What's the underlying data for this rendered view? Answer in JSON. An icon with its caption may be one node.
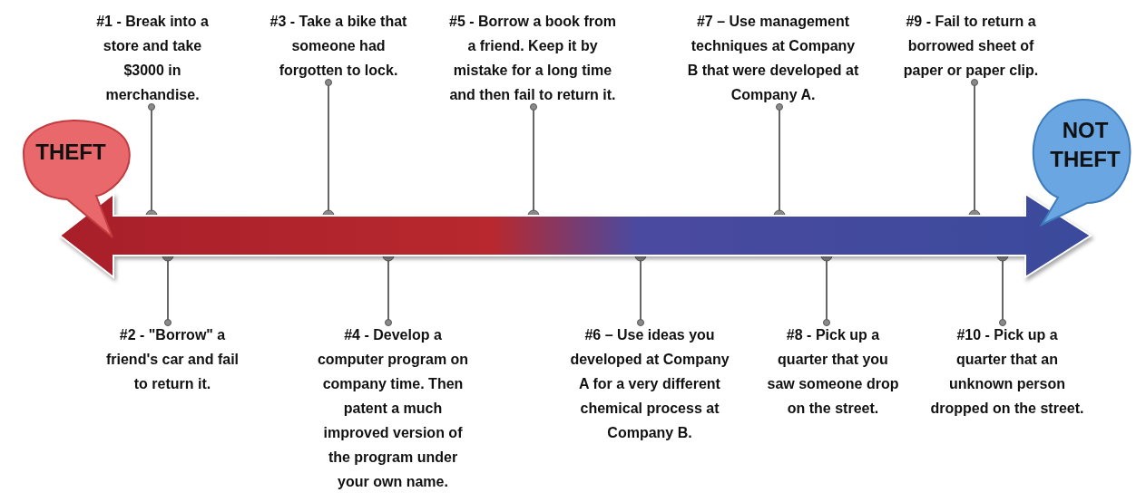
{
  "diagram": {
    "nodes": [
      {
        "text": [
          "THEFT"
        ]
      },
      {
        "text": [
          "NOT THEFT"
        ]
      },
      {
        "text": [],
        "shape": "bar"
      },
      {
        "text": [
          "#1 - Break into a store and take $3000 in merchandise."
        ]
      },
      {
        "text": [
          "#2 - \"Borrow\" a friend's car and fail to return it."
        ]
      },
      {
        "text": [
          "#3 - Take a bike that someone had forgotten to lock."
        ]
      },
      {
        "text": [
          "#4 - Develop a computer program on company time. Then patent a much improved version of the program under your own name."
        ]
      },
      {
        "text": [
          "#5 - Borrow a book from a friend. Keep it by mistake for a long time and then fail to return it."
        ]
      },
      {
        "text": [
          "#6 – Use ideas you developed at Company A for a very different chemical process at Company B."
        ]
      },
      {
        "text": [
          "#7 – Use management techniques at Company B that were developed at Company A."
        ]
      },
      {
        "text": [
          "#8 - Pick up a quarter that you saw someone drop on the street."
        ]
      },
      {
        "text": [
          "#9 - Fail to return a borrowed sheet of paper or paper clip."
        ]
      },
      {
        "text": [
          "#10 - Pick up a quarter that an unknown person dropped on the street."
        ]
      }
    ],
    "edges": [
      {
        "from": 3,
        "to": 2,
        "arrow": "other"
      },
      {
        "from": 4,
        "to": 2,
        "arrow": "other"
      },
      {
        "from": 5,
        "to": 2,
        "arrow": "other"
      },
      {
        "from": 6,
        "to": 2,
        "arrow": "other"
      },
      {
        "from": 7,
        "to": 2,
        "arrow": "other"
      },
      {
        "from": 8,
        "to": 2,
        "arrow": "other"
      },
      {
        "from": 9,
        "to": 2,
        "arrow": "other"
      },
      {
        "from": 10,
        "to": 2,
        "arrow": "other"
      },
      {
        "from": 11,
        "to": 2,
        "arrow": "other"
      },
      {
        "from": 12,
        "to": 2,
        "arrow": "other"
      }
    ]
  }
}
